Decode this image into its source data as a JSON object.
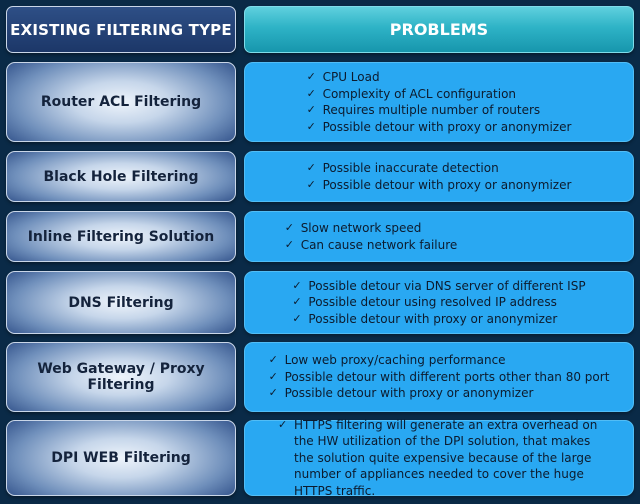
{
  "header": {
    "left": "EXISTING FILTERING TYPE",
    "right": "PROBLEMS"
  },
  "check_glyph": "✓",
  "rows": [
    {
      "type": "Router ACL Filtering",
      "problems": [
        "CPU Load",
        "Complexity of ACL configuration",
        "Requires multiple number of routers",
        "Possible detour with proxy or anonymizer"
      ]
    },
    {
      "type": "Black Hole Filtering",
      "problems": [
        "Possible inaccurate detection",
        "Possible detour with proxy or anonymizer"
      ]
    },
    {
      "type": "Inline Filtering Solution",
      "problems": [
        "Slow network speed",
        "Can cause network failure"
      ]
    },
    {
      "type": "DNS Filtering",
      "problems": [
        "Possible detour via DNS server of different ISP",
        "Possible detour using resolved IP address",
        "Possible detour with proxy or anonymizer"
      ]
    },
    {
      "type": "Web Gateway / Proxy Filtering",
      "problems": [
        "Low web proxy/caching performance",
        "Possible detour with different ports other than 80 port",
        "Possible detour with proxy or anonymizer"
      ]
    },
    {
      "type": "DPI WEB Filtering",
      "problems": [
        "HTTPS filtering will generate an extra overhead on the HW utilization of the DPI solution, that makes the solution quite expensive because of the large number of appliances needed to cover the huge HTTPS traffic."
      ]
    }
  ],
  "colors": {
    "background": "#0a2a47",
    "left_header": "#1c3768",
    "right_header": "#2eb3c6",
    "problem_box": "#29a8f2"
  }
}
